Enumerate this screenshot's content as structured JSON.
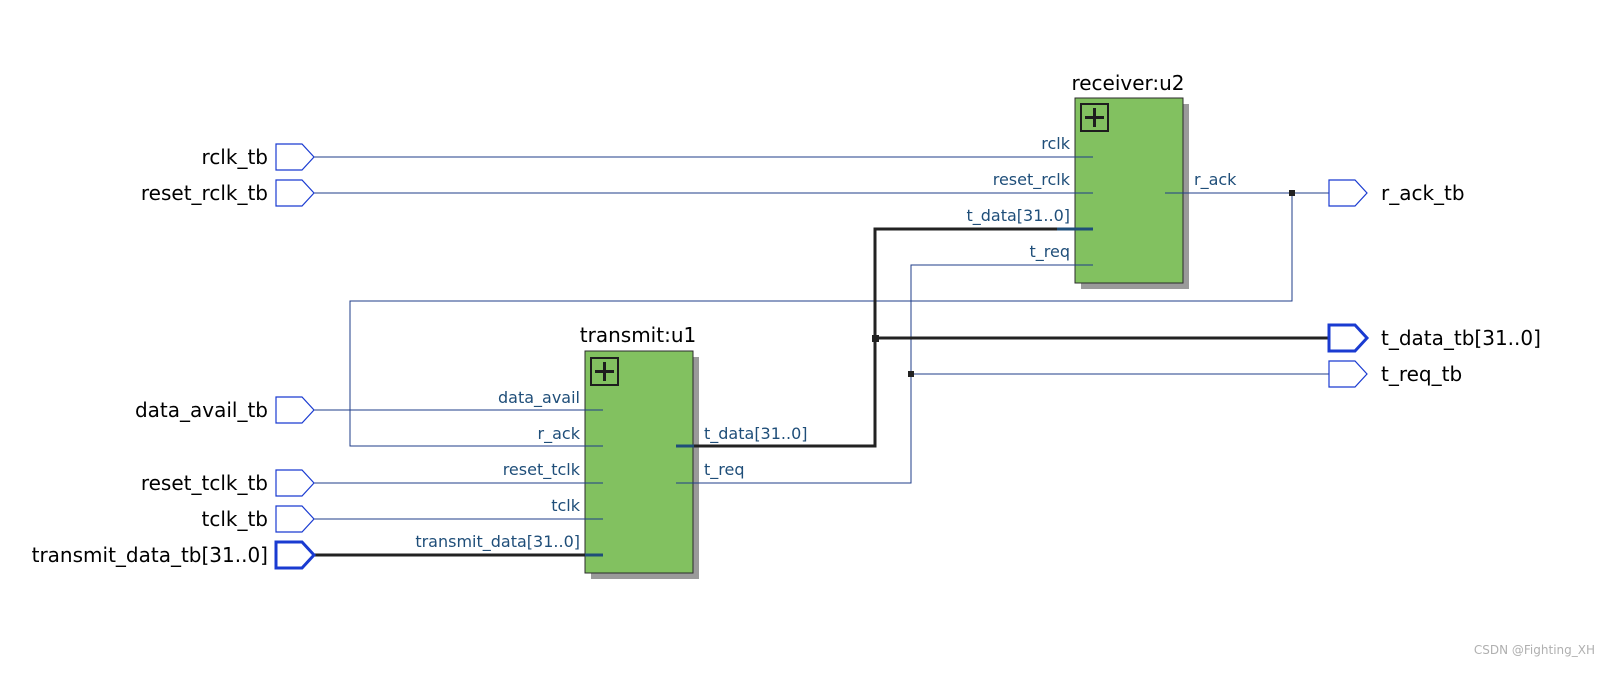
{
  "inputs": {
    "rclk": "rclk_tb",
    "reset_rclk": "reset_rclk_tb",
    "data_avail": "data_avail_tb",
    "reset_tclk": "reset_tclk_tb",
    "tclk": "tclk_tb",
    "transmit_data": "transmit_data_tb[31..0]"
  },
  "outputs": {
    "r_ack": "r_ack_tb",
    "t_data": "t_data_tb[31..0]",
    "t_req": "t_req_tb"
  },
  "receiver": {
    "title": "receiver:u2",
    "in_pins": [
      "rclk",
      "reset_rclk",
      "t_data[31..0]",
      "t_req"
    ],
    "out_pin": "r_ack",
    "expand": "+"
  },
  "transmit": {
    "title": "transmit:u1",
    "in_pins": [
      "data_avail",
      "r_ack",
      "reset_tclk",
      "tclk",
      "transmit_data[31..0]"
    ],
    "out_pins": [
      "t_data[31..0]",
      "t_req"
    ],
    "expand": "+"
  },
  "watermark": "CSDN @Fighting_XH",
  "colors": {
    "block_fill": "#82c160",
    "wire": "#1f3d8a",
    "bus": "#222222",
    "port_outline": "#1a3bd1",
    "pin_text": "#1f4e79"
  }
}
